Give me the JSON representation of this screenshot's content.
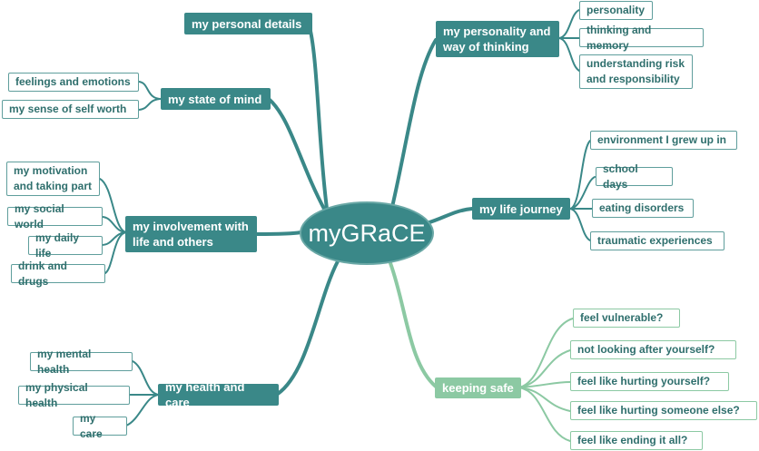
{
  "center": {
    "label": "myGRaCE"
  },
  "colors": {
    "dark_teal": "#3a8888",
    "light_green": "#8cc9a3",
    "leaf_border": "#5f9e9c"
  },
  "branches": {
    "personal_details": {
      "label": "my personal details"
    },
    "state_of_mind": {
      "label": "my state of mind",
      "children": [
        "feelings and emotions",
        "my sense of self worth"
      ]
    },
    "involvement": {
      "label": "my involvement with life and others",
      "children": [
        "my motivation and taking part",
        "my social world",
        "my daily life",
        "drink and drugs"
      ]
    },
    "health_care": {
      "label": "my health and care",
      "children": [
        "my mental health",
        "my physical health",
        "my care"
      ]
    },
    "personality": {
      "label": "my personality and way of thinking",
      "children": [
        "personality",
        "thinking and memory",
        "understanding risk and responsibility"
      ]
    },
    "life_journey": {
      "label": "my life journey",
      "children": [
        "environment I grew up in",
        "school days",
        "eating disorders",
        "traumatic experiences"
      ]
    },
    "keeping_safe": {
      "label": "keeping safe",
      "children": [
        "feel vulnerable?",
        "not looking after yourself?",
        "feel like hurting yourself?",
        "feel like hurting someone else?",
        "feel like ending it all?"
      ]
    }
  }
}
